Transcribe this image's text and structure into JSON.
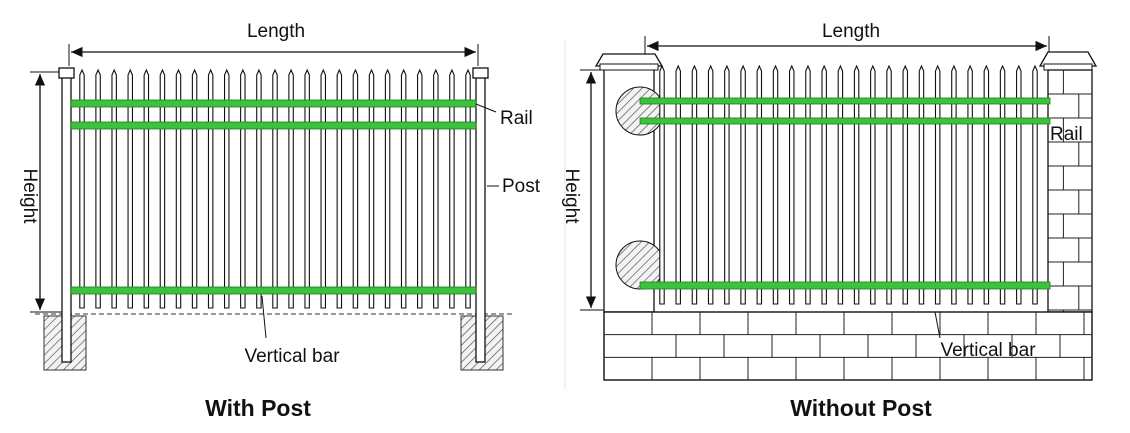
{
  "colors": {
    "rail": "#3cc23c",
    "rail_edge": "#1f7a1f",
    "line": "#111111",
    "hatch_fill": "#f2f2f2",
    "brick_line": "#222222"
  },
  "left_diagram": {
    "caption": "With Post",
    "length_label": "Length",
    "height_label": "Height",
    "rail_label": "Rail",
    "post_label": "Post",
    "vertical_bar_label": "Vertical bar"
  },
  "right_diagram": {
    "caption": "Without Post",
    "length_label": "Length",
    "height_label": "Height",
    "rail_label": "Rail",
    "vertical_bar_label": "Vertical bar"
  }
}
